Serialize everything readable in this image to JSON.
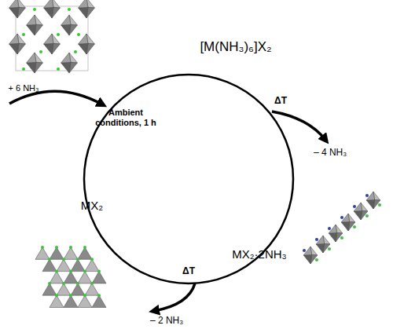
{
  "diagram": {
    "labels": [
      "[M(NH₃)₆]X₂",
      "+ 6 NH₃",
      "Ambient conditions, 1 h",
      "ΔT",
      "– 4 NH₃",
      "MX₂·2NH₃",
      "MX₂",
      "ΔT",
      "– 2 NH₃"
    ]
  }
}
